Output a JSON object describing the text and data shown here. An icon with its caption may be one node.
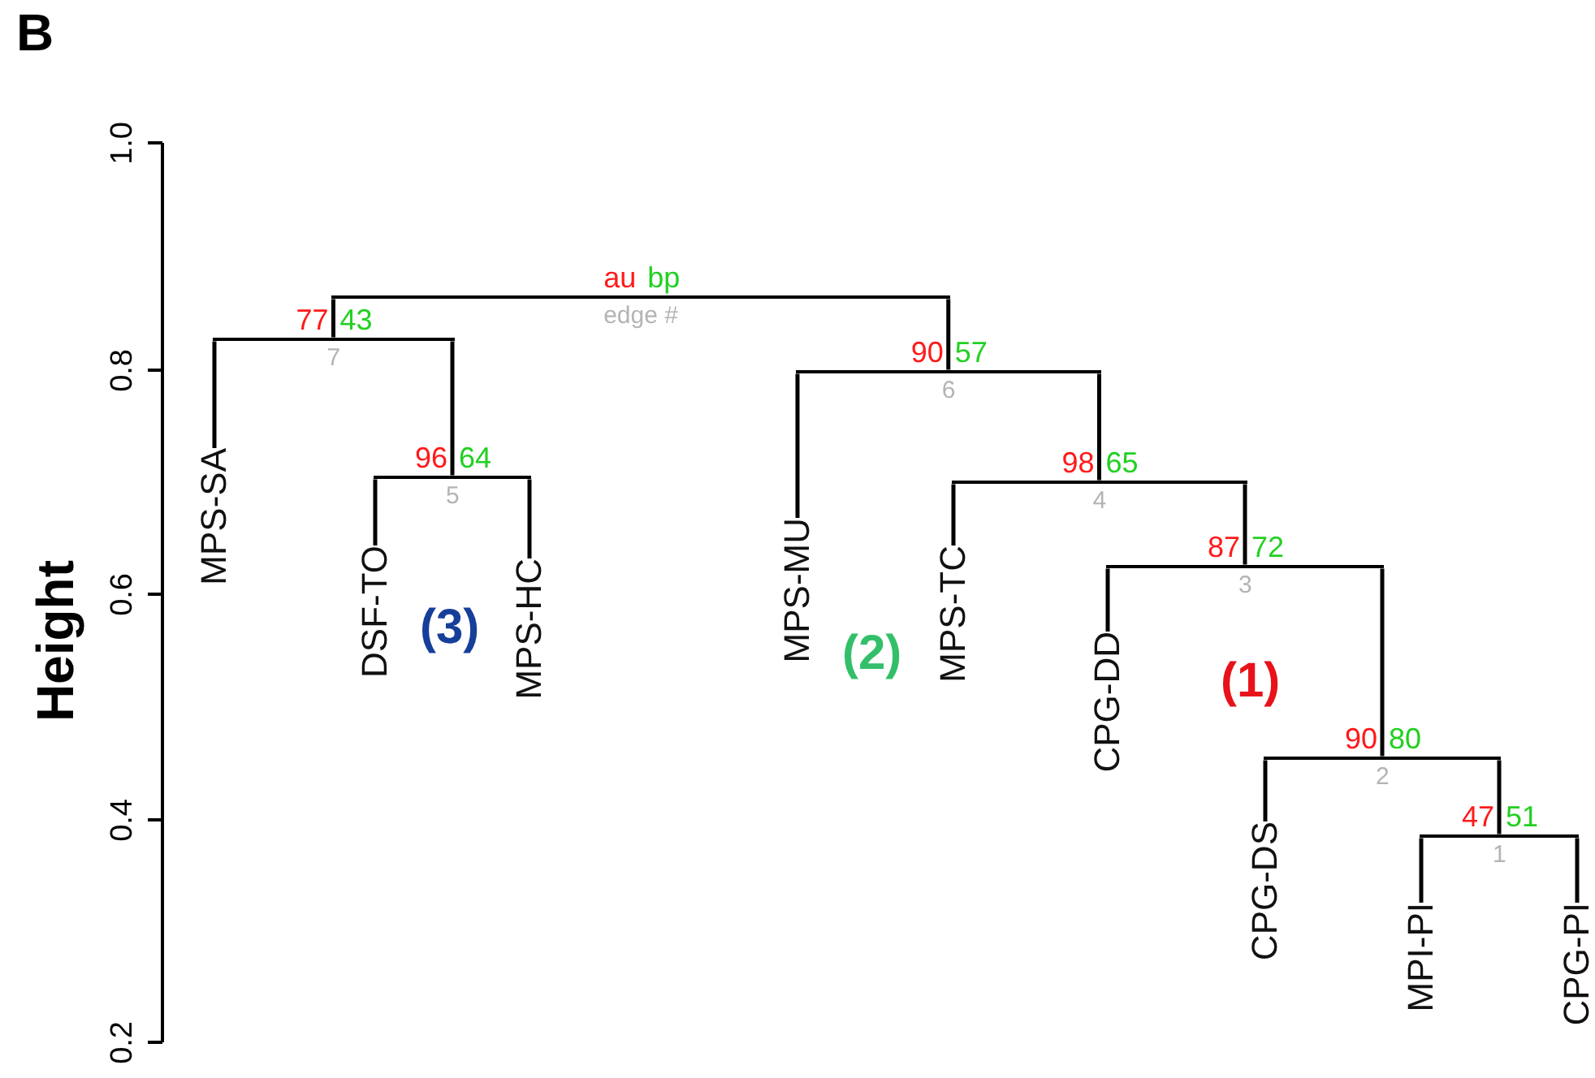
{
  "diagram": {
    "nodes": [
      {
        "text": [],
        "shape": "bar",
        "beside": [
          "au",
          "bp",
          "edge #"
        ]
      },
      {
        "text": [],
        "shape": "bar",
        "beside": [
          "77",
          "43",
          "7"
        ]
      },
      {
        "text": [
          "MPS-SA"
        ]
      },
      {
        "text": [],
        "shape": "bar",
        "beside": [
          "96",
          "64",
          "5"
        ]
      },
      {
        "text": [
          "DSF-TO"
        ]
      },
      {
        "text": [
          "MPS-HC"
        ]
      },
      {
        "text": [],
        "shape": "bar",
        "beside": [
          "90",
          "57",
          "6"
        ]
      },
      {
        "text": [
          "MPS-MU"
        ]
      },
      {
        "text": [],
        "shape": "bar",
        "beside": [
          "98",
          "65",
          "4"
        ]
      },
      {
        "text": [
          "MPS-TC"
        ]
      },
      {
        "text": [],
        "shape": "bar",
        "beside": [
          "87",
          "72",
          "3"
        ]
      },
      {
        "text": [
          "CPG-DD"
        ]
      },
      {
        "text": [],
        "shape": "bar",
        "beside": [
          "90",
          "80",
          "2"
        ]
      },
      {
        "text": [
          "CPG-DS"
        ]
      },
      {
        "text": [],
        "shape": "bar",
        "beside": [
          "47",
          "51",
          "1"
        ]
      },
      {
        "text": [
          "MPI-PI"
        ]
      },
      {
        "text": [
          "CPG-PI"
        ]
      }
    ],
    "edges": [
      {
        "from": 0,
        "to": 1,
        "arrow": "none"
      },
      {
        "from": 0,
        "to": 6,
        "arrow": "none"
      },
      {
        "from": 1,
        "to": 2,
        "arrow": "none"
      },
      {
        "from": 1,
        "to": 3,
        "arrow": "none"
      },
      {
        "from": 3,
        "to": 4,
        "arrow": "none"
      },
      {
        "from": 3,
        "to": 5,
        "arrow": "none"
      },
      {
        "from": 6,
        "to": 7,
        "arrow": "none"
      },
      {
        "from": 6,
        "to": 8,
        "arrow": "none"
      },
      {
        "from": 8,
        "to": 9,
        "arrow": "none"
      },
      {
        "from": 8,
        "to": 10,
        "arrow": "none"
      },
      {
        "from": 10,
        "to": 11,
        "arrow": "none"
      },
      {
        "from": 10,
        "to": 12,
        "arrow": "none"
      },
      {
        "from": 12,
        "to": 13,
        "arrow": "none"
      },
      {
        "from": 12,
        "to": 14,
        "arrow": "none"
      },
      {
        "from": 14,
        "to": 15,
        "arrow": "none"
      },
      {
        "from": 14,
        "to": 16,
        "arrow": "none"
      }
    ],
    "labels": [
      "B",
      "1.0",
      "0.8",
      "0.6",
      "0.4",
      "0.2",
      "Height",
      "(3)",
      "(2)",
      "(1)"
    ]
  }
}
